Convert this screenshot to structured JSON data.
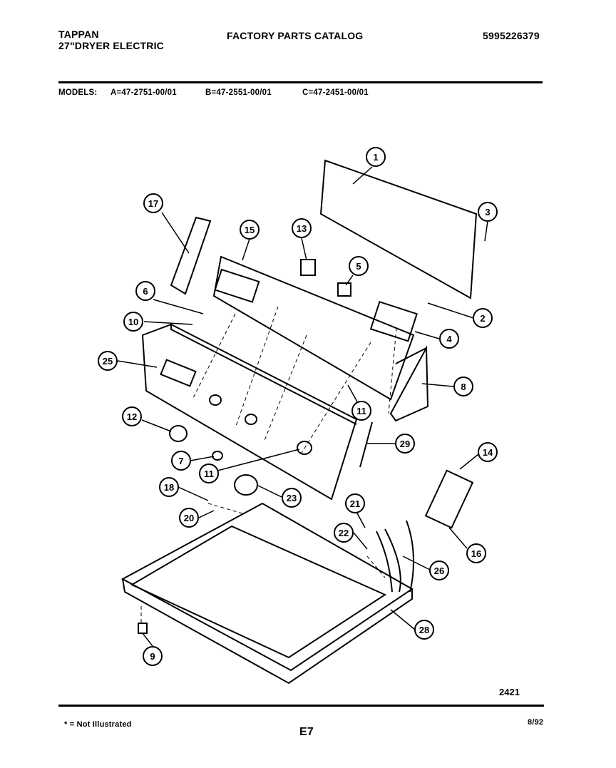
{
  "header": {
    "brand": "TAPPAN",
    "product": "27\"DRYER ELECTRIC",
    "catalog": "FACTORY PARTS CATALOG",
    "part_number": "5995226379"
  },
  "models": {
    "label": "MODELS:",
    "a": "A=47-2751-00/01",
    "b": "B=47-2551-00/01",
    "c": "C=47-2451-00/01"
  },
  "diagram": {
    "callouts": [
      {
        "id": "c1",
        "num": "1"
      },
      {
        "id": "c2",
        "num": "2"
      },
      {
        "id": "c3",
        "num": "3"
      },
      {
        "id": "c4",
        "num": "4"
      },
      {
        "id": "c5",
        "num": "5"
      },
      {
        "id": "c6",
        "num": "6"
      },
      {
        "id": "c7",
        "num": "7"
      },
      {
        "id": "c8",
        "num": "8"
      },
      {
        "id": "c9",
        "num": "9"
      },
      {
        "id": "c10",
        "num": "10"
      },
      {
        "id": "c11a",
        "num": "11"
      },
      {
        "id": "c11b",
        "num": "11"
      },
      {
        "id": "c12",
        "num": "12"
      },
      {
        "id": "c13",
        "num": "13"
      },
      {
        "id": "c14",
        "num": "14"
      },
      {
        "id": "c15",
        "num": "15"
      },
      {
        "id": "c16",
        "num": "16"
      },
      {
        "id": "c17",
        "num": "17"
      },
      {
        "id": "c18",
        "num": "18"
      },
      {
        "id": "c20",
        "num": "20"
      },
      {
        "id": "c21",
        "num": "21"
      },
      {
        "id": "c22",
        "num": "22"
      },
      {
        "id": "c23",
        "num": "23"
      },
      {
        "id": "c25",
        "num": "25"
      },
      {
        "id": "c26",
        "num": "26"
      },
      {
        "id": "c28",
        "num": "28"
      },
      {
        "id": "c29",
        "num": "29"
      }
    ],
    "figure_code": "2421"
  },
  "footer": {
    "note": "* = Not Illustrated",
    "page": "E7",
    "date": "8/92"
  }
}
